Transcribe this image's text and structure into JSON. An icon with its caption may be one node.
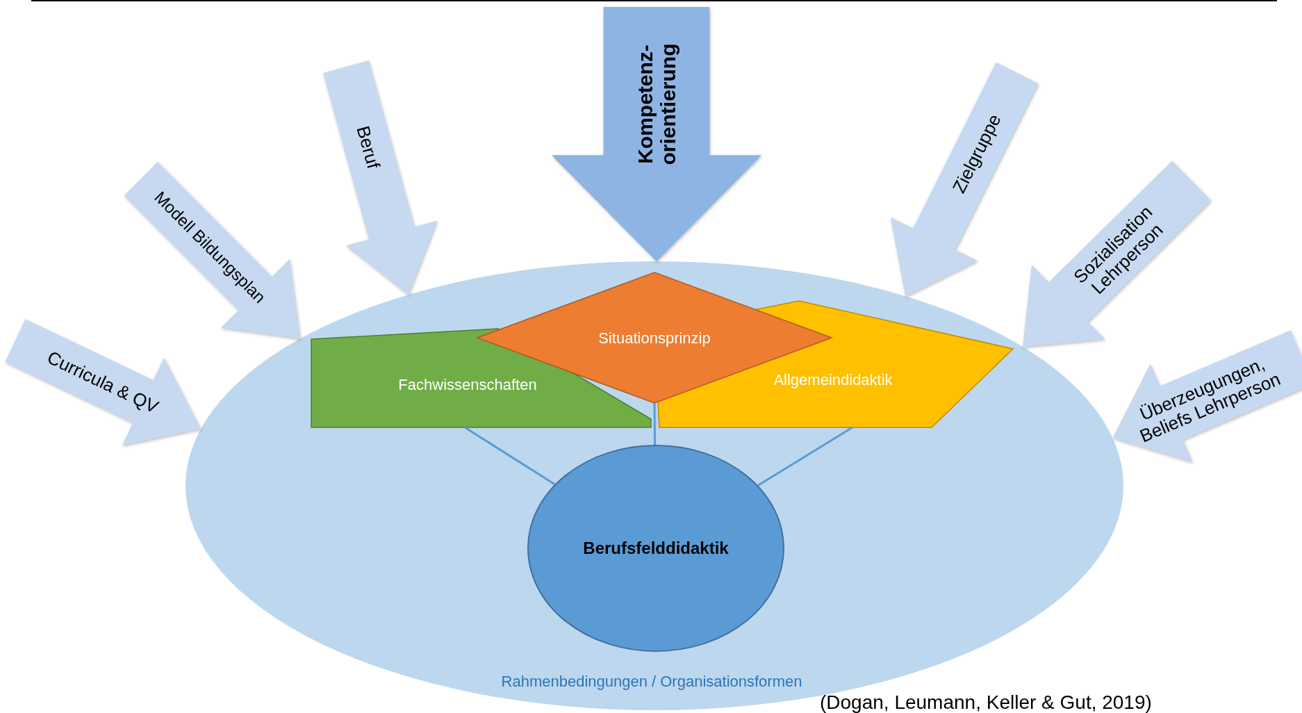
{
  "diagram": {
    "nodes": [
      {
        "text": [
          "Rahmenbedingungen / Organisationsformen"
        ]
      },
      {
        "text": [
          "Fachwissenschaften"
        ],
        "in": 0
      },
      {
        "text": [
          "Situationsprinzip"
        ],
        "in": 0
      },
      {
        "text": [
          "Allgemeindidaktik"
        ],
        "in": 0
      },
      {
        "text": [
          "Berufsfelddidaktik"
        ],
        "in": 0
      }
    ],
    "edges": [
      {
        "from": 1,
        "to": 4,
        "arrow": "none",
        "color": "#5b9bd5"
      },
      {
        "from": 2,
        "to": 4,
        "arrow": "none",
        "color": "#5b9bd5"
      },
      {
        "from": 3,
        "to": 4,
        "arrow": "none",
        "color": "#5b9bd5"
      },
      {
        "from": null,
        "to": 0,
        "arrow": "to",
        "label": "Curricula & QV"
      },
      {
        "from": null,
        "to": 0,
        "arrow": "to",
        "label": "Modell Bildungsplan"
      },
      {
        "from": null,
        "to": 0,
        "arrow": "to",
        "label": "Beruf"
      },
      {
        "from": null,
        "to": 0,
        "arrow": "to",
        "style": "thick",
        "color": "#8eb4e3",
        "label": "Kompetenz- orientierung"
      },
      {
        "from": null,
        "to": 0,
        "arrow": "to",
        "label": "Zielgruppe"
      },
      {
        "from": null,
        "to": 0,
        "arrow": "to",
        "label": "Sozialisation Lehrperson"
      },
      {
        "from": null,
        "to": 0,
        "arrow": "to",
        "label": "Überzeugungen, Beliefs Lehrperson"
      }
    ],
    "labels": [
      "(Dogan, Leumann, Keller & Gut, 2019)"
    ]
  }
}
